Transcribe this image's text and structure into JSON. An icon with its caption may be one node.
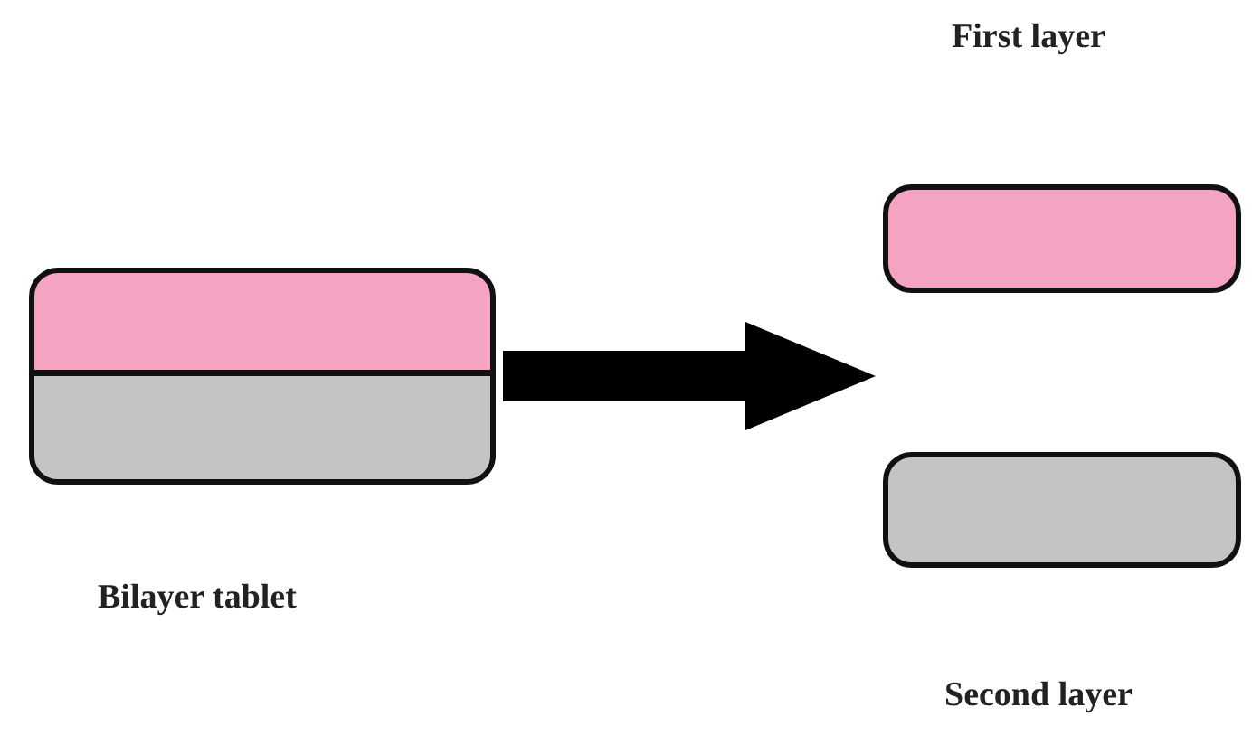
{
  "diagram": {
    "nodes": [
      {
        "text": [
          "Bilayer tablet"
        ]
      },
      {
        "text": [
          "First layer"
        ]
      },
      {
        "text": [
          "Second layer"
        ]
      }
    ],
    "edges": [
      {
        "from": 0,
        "to": 1,
        "arrow": "to",
        "style": "thick"
      },
      {
        "from": 0,
        "to": 2,
        "arrow": "to",
        "style": "thick"
      }
    ]
  }
}
